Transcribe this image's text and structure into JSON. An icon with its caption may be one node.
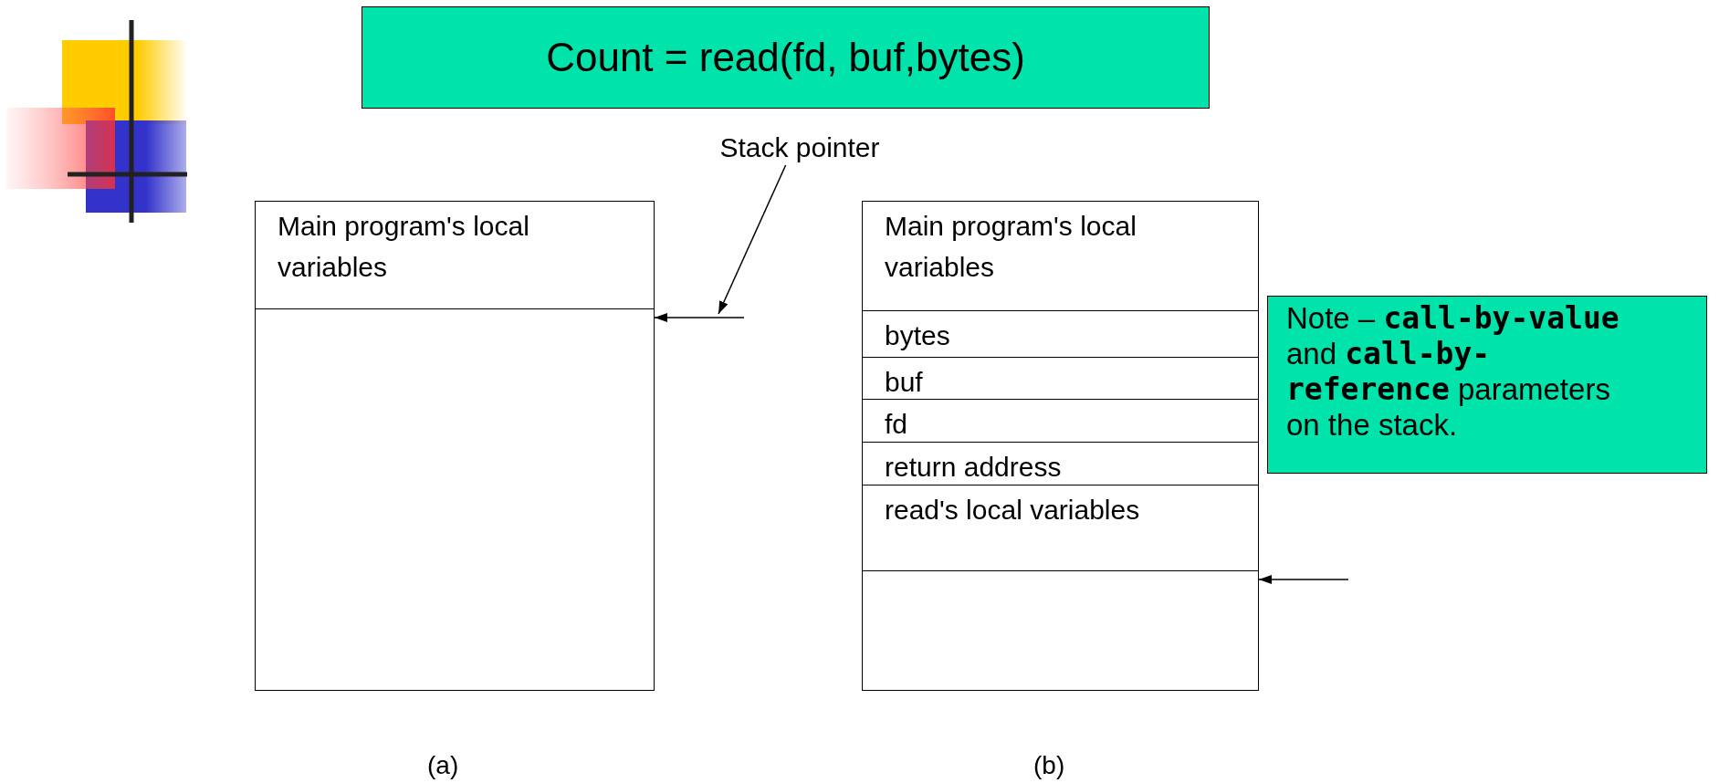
{
  "diagram": {
    "nodes": [
      {
        "text": [
          "Count = read(fd, buf,bytes)"
        ]
      },
      {
        "text": [
          "Stack pointer"
        ]
      },
      {
        "text": [],
        "shape": "box",
        "beside": [
          "(a)"
        ]
      },
      {
        "text": [
          "Main program's local variables"
        ],
        "in": 2
      },
      {
        "text": [],
        "shape": "box",
        "in": 2
      },
      {
        "text": [],
        "shape": "box",
        "beside": [
          "(b)"
        ]
      },
      {
        "text": [
          "Main program's local variables"
        ],
        "in": 5
      },
      {
        "text": [
          "bytes"
        ],
        "in": 5
      },
      {
        "text": [
          "buf"
        ],
        "in": 5
      },
      {
        "text": [
          "fd"
        ],
        "in": 5
      },
      {
        "text": [
          "return address"
        ],
        "in": 5
      },
      {
        "text": [
          "read's local variables"
        ],
        "in": 5
      },
      {
        "text": [],
        "shape": "box",
        "in": 5
      },
      {
        "text": [
          "Note – **call-by-value** and **call-by-reference** parameters on the stack."
        ]
      }
    ],
    "edges": [
      {
        "from": null,
        "to": 4,
        "arrow": "to"
      },
      {
        "from": 1,
        "to": null,
        "arrow": "to"
      },
      {
        "from": null,
        "to": 12,
        "arrow": "to"
      }
    ]
  }
}
